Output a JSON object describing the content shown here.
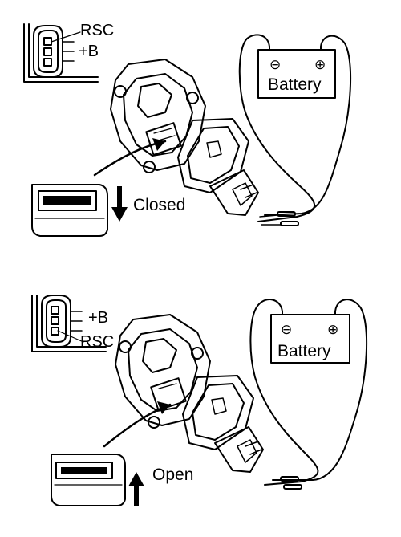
{
  "panels": [
    {
      "connector_labels": {
        "first": "RSC",
        "second": "+B"
      },
      "battery": {
        "label": "Battery",
        "neg": "⊖",
        "pos": "⊕"
      },
      "action_label": "Closed"
    },
    {
      "connector_labels": {
        "first": "+B",
        "second": "RSC"
      },
      "battery": {
        "label": "Battery",
        "neg": "⊖",
        "pos": "⊕"
      },
      "action_label": "Open"
    }
  ]
}
